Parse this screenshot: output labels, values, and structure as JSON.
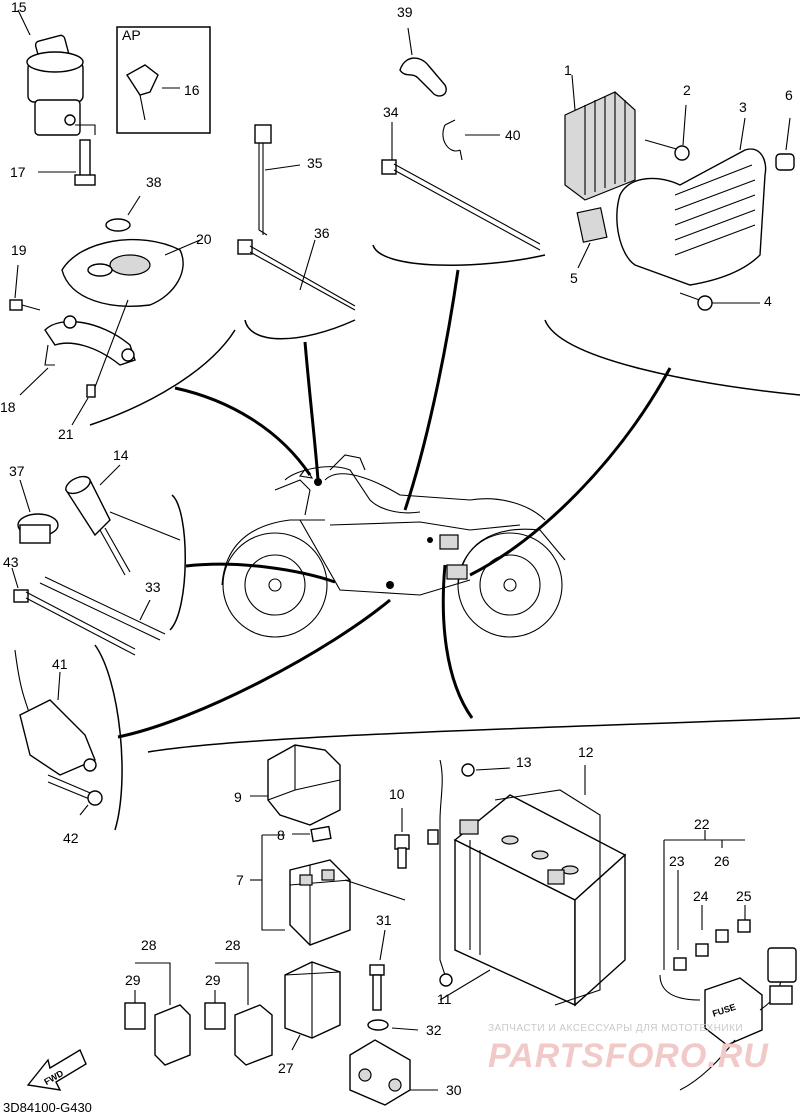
{
  "diagram": {
    "code": "3D84100-G430",
    "region_box_label": "AP",
    "fwd_label": "FWD",
    "fuse_label": "FUSE",
    "watermark_small": "ЗАПЧАСТИ И АКСЕССУАРЫ ДЛЯ МОТОТЕХНИКИ",
    "watermark_large": "PARTSFORO.RU"
  },
  "callouts": {
    "n1": "1",
    "n2": "2",
    "n3": "3",
    "n4": "4",
    "n5": "5",
    "n6": "6",
    "n7": "7",
    "n8": "8",
    "n9": "9",
    "n10": "10",
    "n11": "11",
    "n12": "12",
    "n13": "13",
    "n14": "14",
    "n15": "15",
    "n16": "16",
    "n17": "17",
    "n18": "18",
    "n19": "19",
    "n20": "20",
    "n21": "21",
    "n22": "22",
    "n23": "23",
    "n24": "24",
    "n25": "25",
    "n26": "26",
    "n27": "27",
    "n28a": "28",
    "n28b": "28",
    "n29a": "29",
    "n29b": "29",
    "n30": "30",
    "n31": "31",
    "n32": "32",
    "n33": "33",
    "n34": "34",
    "n35": "35",
    "n36": "36",
    "n37": "37",
    "n38": "38",
    "n39": "39",
    "n40": "40",
    "n41": "41",
    "n42": "42",
    "n43": "43"
  }
}
